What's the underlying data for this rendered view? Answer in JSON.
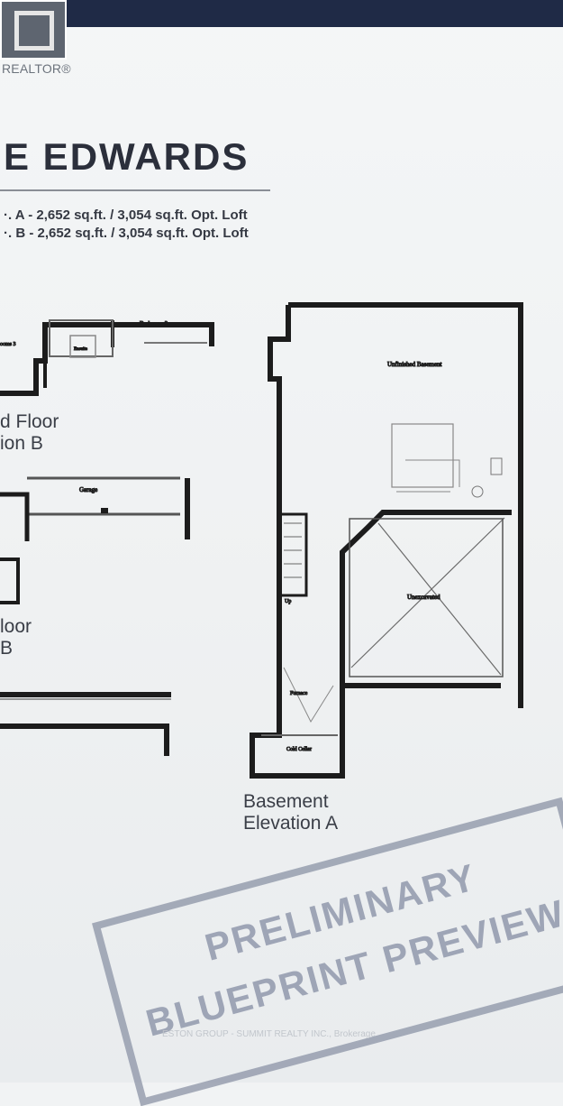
{
  "header": {
    "logo_text": "REALTOR®",
    "title": "E EDWARDS",
    "spec_a": "·. A - 2,652 sq.ft. / 3,054 sq.ft. Opt. Loft",
    "spec_b": "·. B - 2,652 sq.ft. / 3,054 sq.ft. Opt. Loft"
  },
  "plans": {
    "second_floor": {
      "label_line1": "d Floor",
      "label_line2": "ion B",
      "rooms": [
        "Bedroom 2",
        "Ensuite",
        "ooms 3"
      ]
    },
    "ground_floor": {
      "label_line1": "loor",
      "label_line2": "B",
      "rooms": [
        "Garage"
      ]
    },
    "basement": {
      "label_line1": "Basement",
      "label_line2": "Elevation A",
      "rooms": [
        "Unfinished Basement",
        "Unexcavated",
        "Cold Cellar",
        "Furnace",
        "Up"
      ]
    }
  },
  "stamp": {
    "line1": "PRELIMINARY",
    "line2": "BLUEPRINT PREVIEW"
  },
  "footer": {
    "brokerage": "ESTON GROUP - SUMMIT REALTY INC., Brokerage"
  }
}
